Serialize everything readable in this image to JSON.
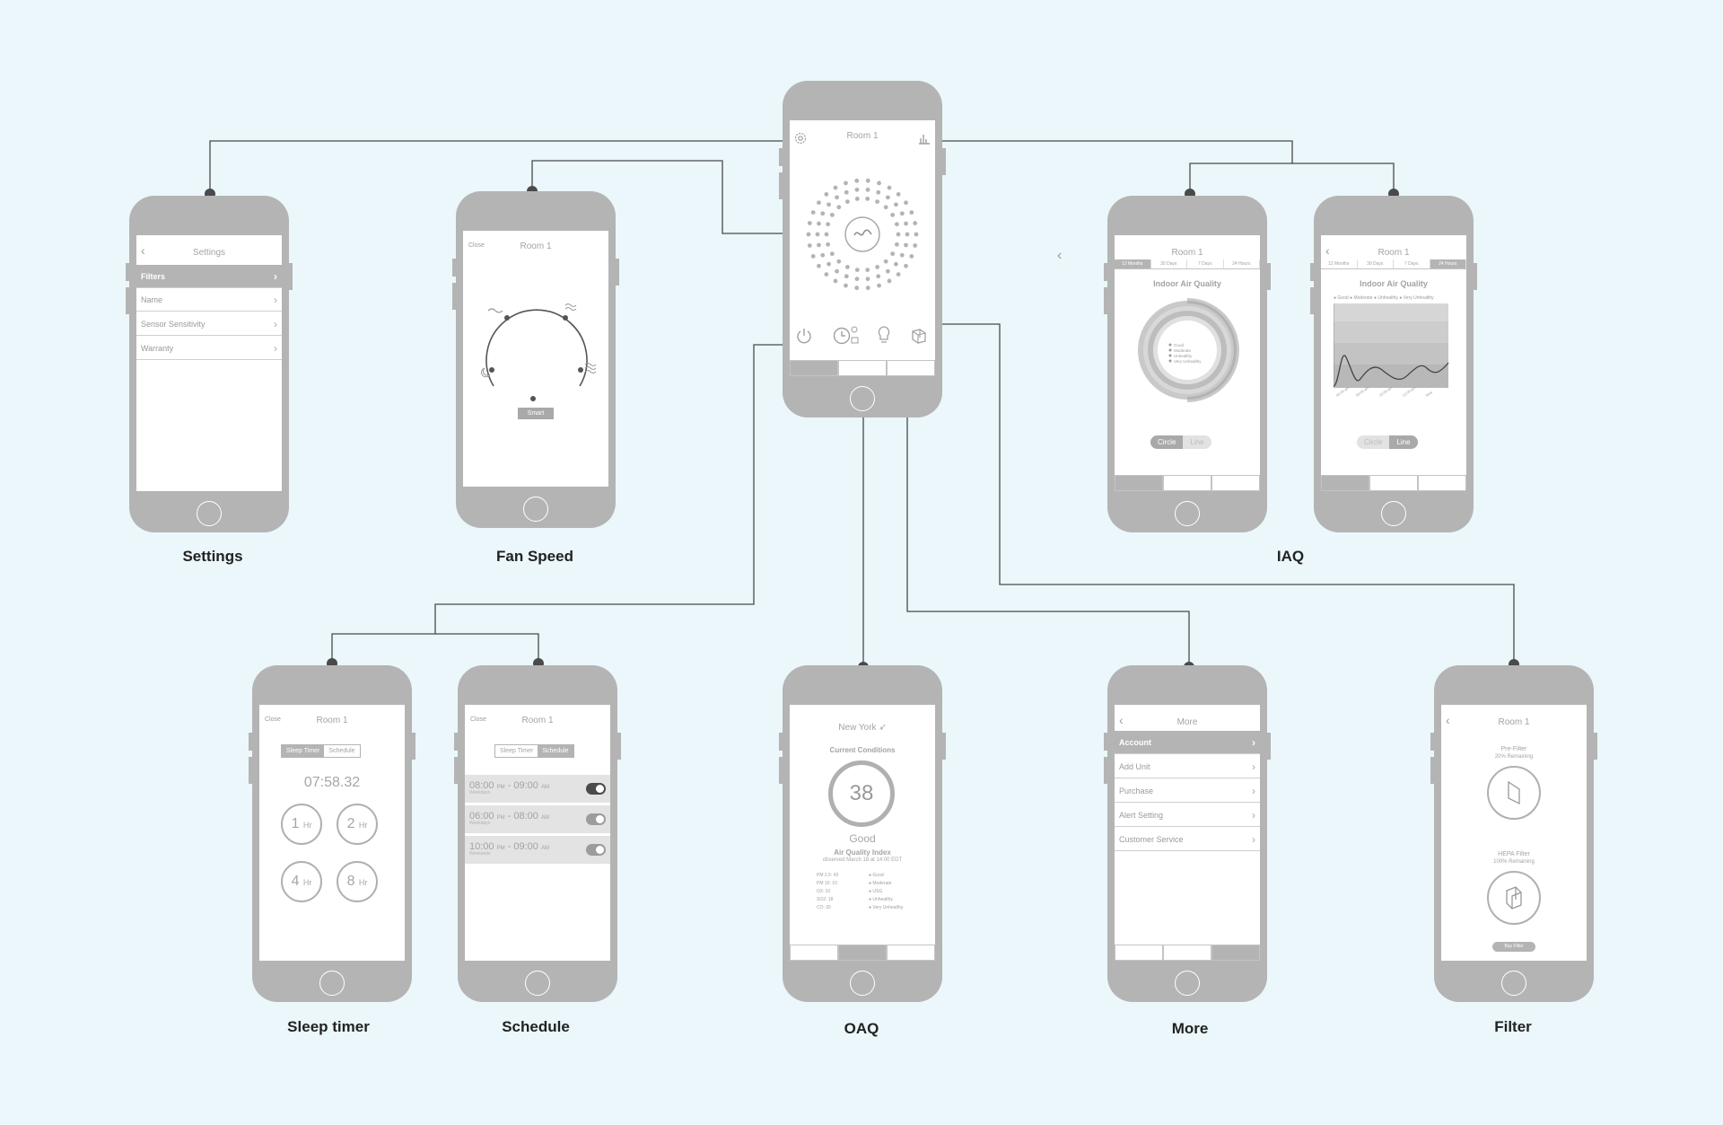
{
  "captions": {
    "settings": "Settings",
    "fan_speed": "Fan Speed",
    "iaq": "IAQ",
    "sleep_timer": "Sleep timer",
    "schedule": "Schedule",
    "oaq": "OAQ",
    "more": "More",
    "filter": "Filter"
  },
  "room_title": "Room 1",
  "close_label": "Close",
  "settings_screen": {
    "title": "Settings",
    "items": [
      "Filters",
      "Name",
      "Sensor Sensitivity",
      "Warranty"
    ]
  },
  "fan_screen": {
    "smart_label": "Smart"
  },
  "iaq_screen": {
    "tabs": [
      "12 Months",
      "30 Days",
      "7 Days",
      "24 Hours"
    ],
    "chart_title": "Indoor Air Quality",
    "legend": [
      "Good",
      "Moderate",
      "Unhealthy",
      "Very Unhealthy"
    ],
    "toggle": [
      "Circle",
      "Line"
    ]
  },
  "sleep_screen": {
    "segments": [
      "Sleep Timer",
      "Schedule"
    ],
    "countdown": "07:58.32",
    "options": [
      "1",
      "2",
      "4",
      "8"
    ],
    "unit": "Hr"
  },
  "schedule_screen": {
    "segments": [
      "Sleep Timer",
      "Schedule"
    ],
    "rows": [
      {
        "start": "08:00",
        "start_ampm": "PM",
        "sep": " - ",
        "end": "09:00",
        "end_ampm": "AM",
        "days": "Weekdays"
      },
      {
        "start": "06:00",
        "start_ampm": "PM",
        "sep": " - ",
        "end": "08:00",
        "end_ampm": "AM",
        "days": "Weekdays"
      },
      {
        "start": "10:00",
        "start_ampm": "PM",
        "sep": " - ",
        "end": "09:00",
        "end_ampm": "AM",
        "days": "Weekends"
      }
    ]
  },
  "oaq_screen": {
    "city": "New York",
    "heading": "Current Conditions",
    "aqi_value": "38",
    "aqi_label": "Good",
    "index_title": "Air Quality Index",
    "observed": "observed March 18 at 14:00 EDT",
    "readings": [
      "PM 2.5: 43",
      "PM 10: 10",
      "O3: 10",
      "SO2: 18",
      "CO: 20"
    ],
    "levels": [
      "Good",
      "Moderate",
      "USG",
      "Unhealthy",
      "Very Unhealthy"
    ]
  },
  "more_screen": {
    "title": "More",
    "items": [
      "Account",
      "Add Unit",
      "Purchase",
      "Alert Setting",
      "Customer Service"
    ]
  },
  "filter_screen": {
    "pre_filter": "Pre-Filter",
    "pre_remaining": "20% Remaining",
    "hepa_filter": "HEPA Filter",
    "hepa_remaining": "100% Remaining",
    "buy_label": "Buy Filter"
  },
  "icons": {
    "main": [
      "gear-icon",
      "chart-icon",
      "power-icon",
      "clock-icon",
      "bulb-icon",
      "filter-icon",
      "fan-icon"
    ]
  },
  "colors": {
    "background": "#ebf7fb",
    "phone": "#b4b4b4",
    "connector": "#4a4a4a"
  }
}
